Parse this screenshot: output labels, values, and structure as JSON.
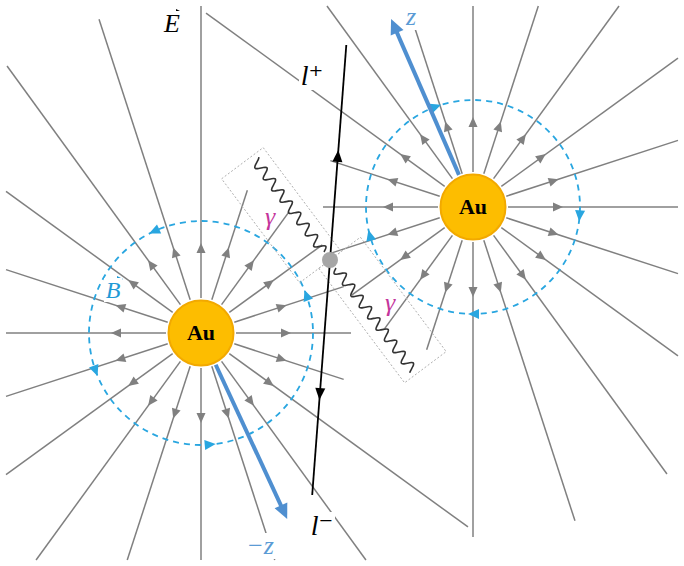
{
  "diagram": {
    "nodes": [
      {
        "text": [
          "Au"
        ]
      },
      {
        "text": [
          "Au"
        ]
      }
    ],
    "labels": [
      "z",
      "E",
      "l⁺",
      "γ",
      "B",
      "γ",
      "l⁻",
      "−z"
    ]
  }
}
